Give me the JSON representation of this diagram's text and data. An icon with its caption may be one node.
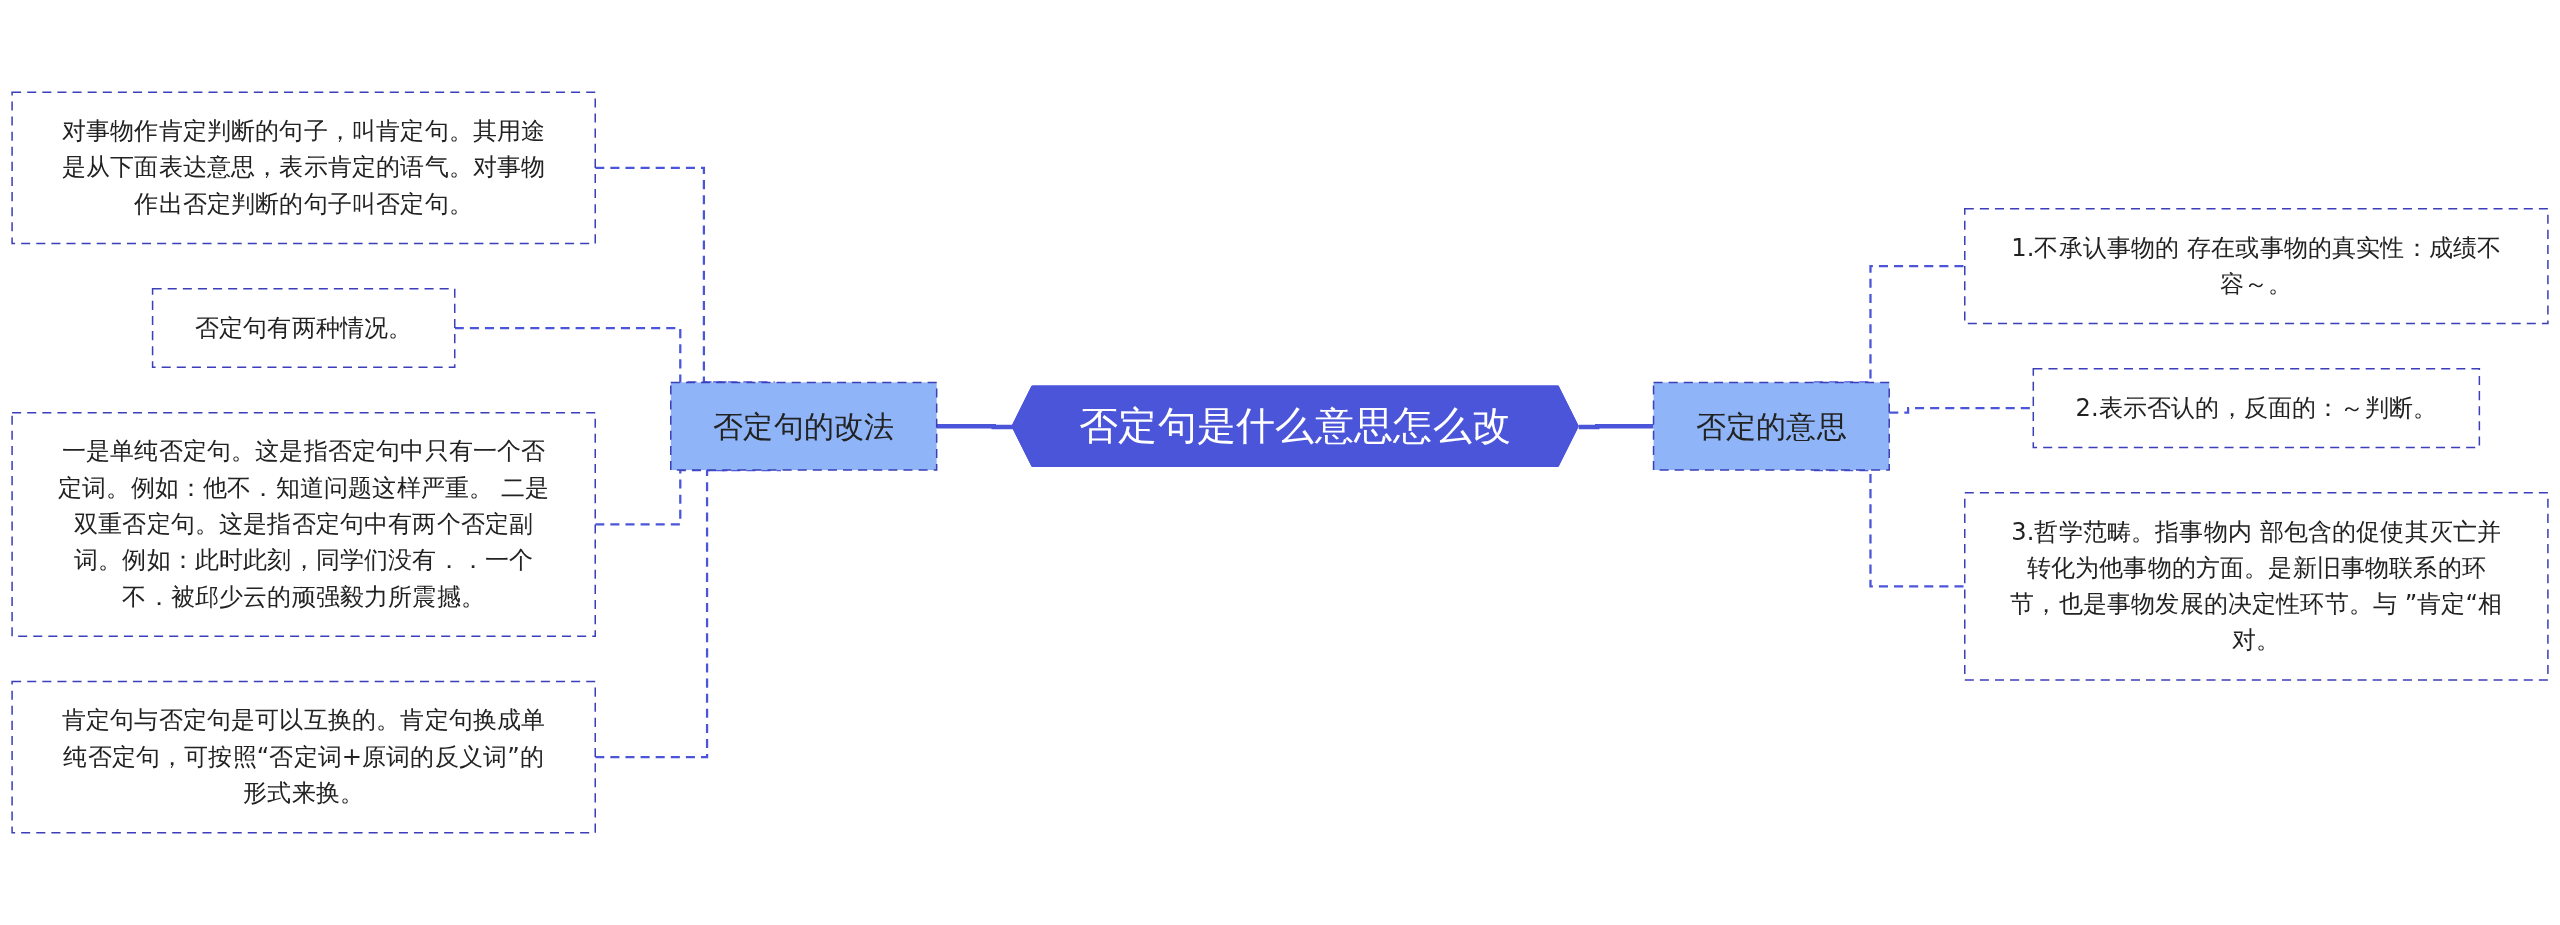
{
  "diagram": {
    "nodes": [
      {
        "text": [
          "否定句是什么意思怎么改"
        ]
      },
      {
        "text": [
          "否定句的改法"
        ]
      },
      {
        "text": [
          "对事物作肯定判断的句子，叫肯定句。其用途是从下面表达意思，表示肯定的语气。对事物作出否定判断的句子叫否定句。"
        ]
      },
      {
        "text": [
          "否定句有两种情况。"
        ]
      },
      {
        "text": [
          "一是单纯否定句。这是指否定句中只有一个否定词。例如：他不．知道问题这样严重。 二是双重否定句。这是指否定句中有两个否定副词。例如：此时此刻，同学们没有．．一个不．被邱少云的顽强毅力所震撼。"
        ]
      },
      {
        "text": [
          "肯定句与否定句是可以互换的。肯定句换成单纯否定句，可按照“否定词+原词的反义词”的形式来换。"
        ]
      },
      {
        "text": [
          "否定的意思"
        ]
      },
      {
        "text": [
          "1.不承认事物的 存在或事物的真实性：成绩不容～。"
        ]
      },
      {
        "text": [
          "2.表示否认的，反面的：～判断。"
        ]
      },
      {
        "text": [
          "3.哲学范畴。指事物内 部包含的促使其灭亡并转化为他事物的方面。是新旧事物联系的环节，也是事物发展的决定性环节。与 ”肯定“相对。"
        ]
      }
    ],
    "edges": [
      {
        "from": 1,
        "to": 0,
        "arrow": "none"
      },
      {
        "from": 2,
        "to": 1,
        "arrow": "none",
        "style": "dashed"
      },
      {
        "from": 3,
        "to": 1,
        "arrow": "none",
        "style": "dashed"
      },
      {
        "from": 4,
        "to": 1,
        "arrow": "none",
        "style": "dashed"
      },
      {
        "from": 5,
        "to": 1,
        "arrow": "none",
        "style": "dashed"
      },
      {
        "from": 0,
        "to": 6,
        "arrow": "none"
      },
      {
        "from": 6,
        "to": 7,
        "arrow": "none",
        "style": "dashed"
      },
      {
        "from": 6,
        "to": 8,
        "arrow": "none",
        "style": "dashed"
      },
      {
        "from": 6,
        "to": 9,
        "arrow": "none",
        "style": "dashed"
      }
    ]
  }
}
